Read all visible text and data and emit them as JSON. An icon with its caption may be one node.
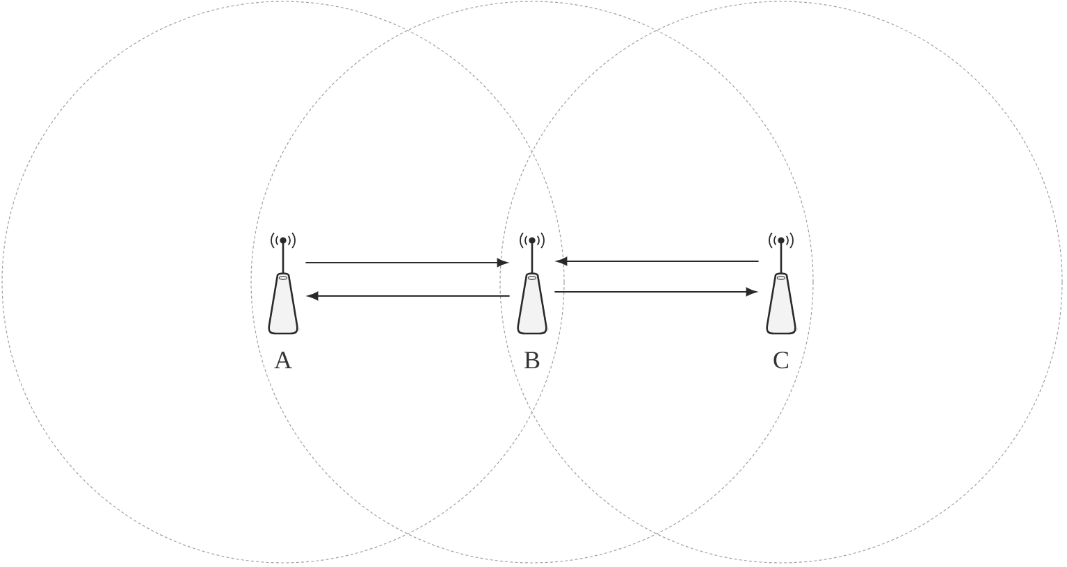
{
  "diagram": {
    "nodes": [
      {
        "text": [],
        "shape": "picture",
        "beside": [
          "A"
        ]
      },
      {
        "text": [],
        "shape": "picture",
        "beside": [
          "B"
        ]
      },
      {
        "text": [],
        "shape": "picture",
        "beside": [
          "C"
        ]
      }
    ],
    "edges": [
      {
        "from": 0,
        "to": 1,
        "arrow": "to"
      },
      {
        "from": 1,
        "to": 0,
        "arrow": "to"
      },
      {
        "from": 2,
        "to": 1,
        "arrow": "to"
      },
      {
        "from": 1,
        "to": 2,
        "arrow": "to"
      }
    ]
  }
}
